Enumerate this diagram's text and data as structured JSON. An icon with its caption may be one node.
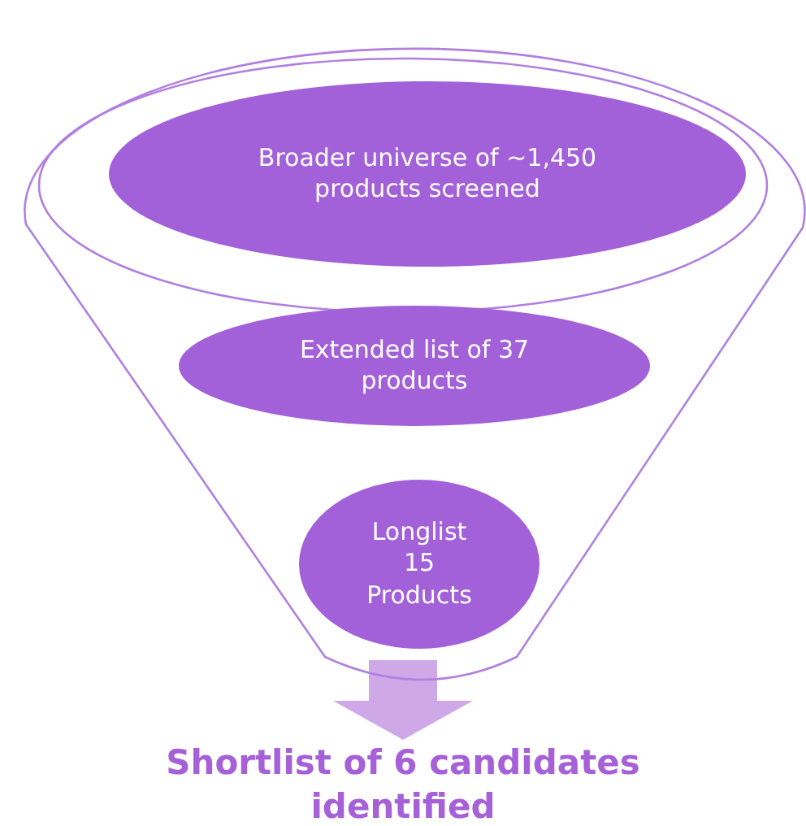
{
  "diagram": {
    "nodes": [
      {
        "text": [],
        "shape": "funnel"
      },
      {
        "text": [
          "Broader universe of ~1,450 products screened"
        ],
        "in": 0
      },
      {
        "text": [
          "Extended list of 37 products"
        ],
        "in": 0
      },
      {
        "text": [
          "Longlist 15 Products"
        ],
        "in": 0
      },
      {
        "text": [
          "Shortlist of 6 candidates identified"
        ]
      }
    ],
    "edges": [
      {
        "from": 0,
        "to": 4,
        "arrow": "to",
        "color": "#cfa8e8"
      }
    ]
  }
}
